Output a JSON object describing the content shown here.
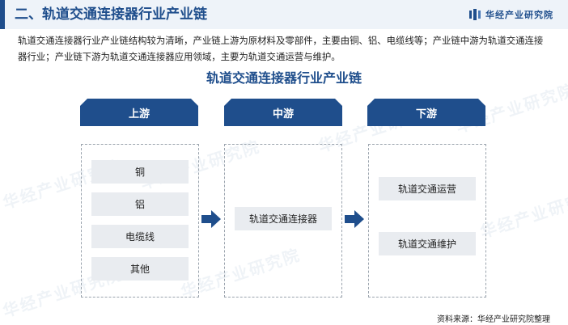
{
  "header": {
    "section_title": "二、轨道交通连接器行业产业链",
    "brand_name": "华经产业研究院"
  },
  "intro": "轨道交通连接器行业产业链结构较为清晰，产业链上游为原材料及零部件，主要由铜、铝、电缆线等；产业链中游为轨道交通连接器行业；产业链下游为轨道交通连接器应用领域，主要为轨道交通运营与维护。",
  "diagram": {
    "title": "轨道交通连接器行业产业链",
    "stages": [
      {
        "label": "上游",
        "items": [
          "铜",
          "铝",
          "电缆线",
          "其他"
        ]
      },
      {
        "label": "中游",
        "items": [
          "轨道交通连接器"
        ]
      },
      {
        "label": "下游",
        "items": [
          "轨道交通运营",
          "轨道交通维护"
        ]
      }
    ]
  },
  "watermark": "华经产业研究院",
  "source": "资料来源：华经产业研究院整理",
  "colors": {
    "primary": "#1f4e8c",
    "header_bg": "#eef3f9",
    "item_bg": "#e9ecf0"
  }
}
